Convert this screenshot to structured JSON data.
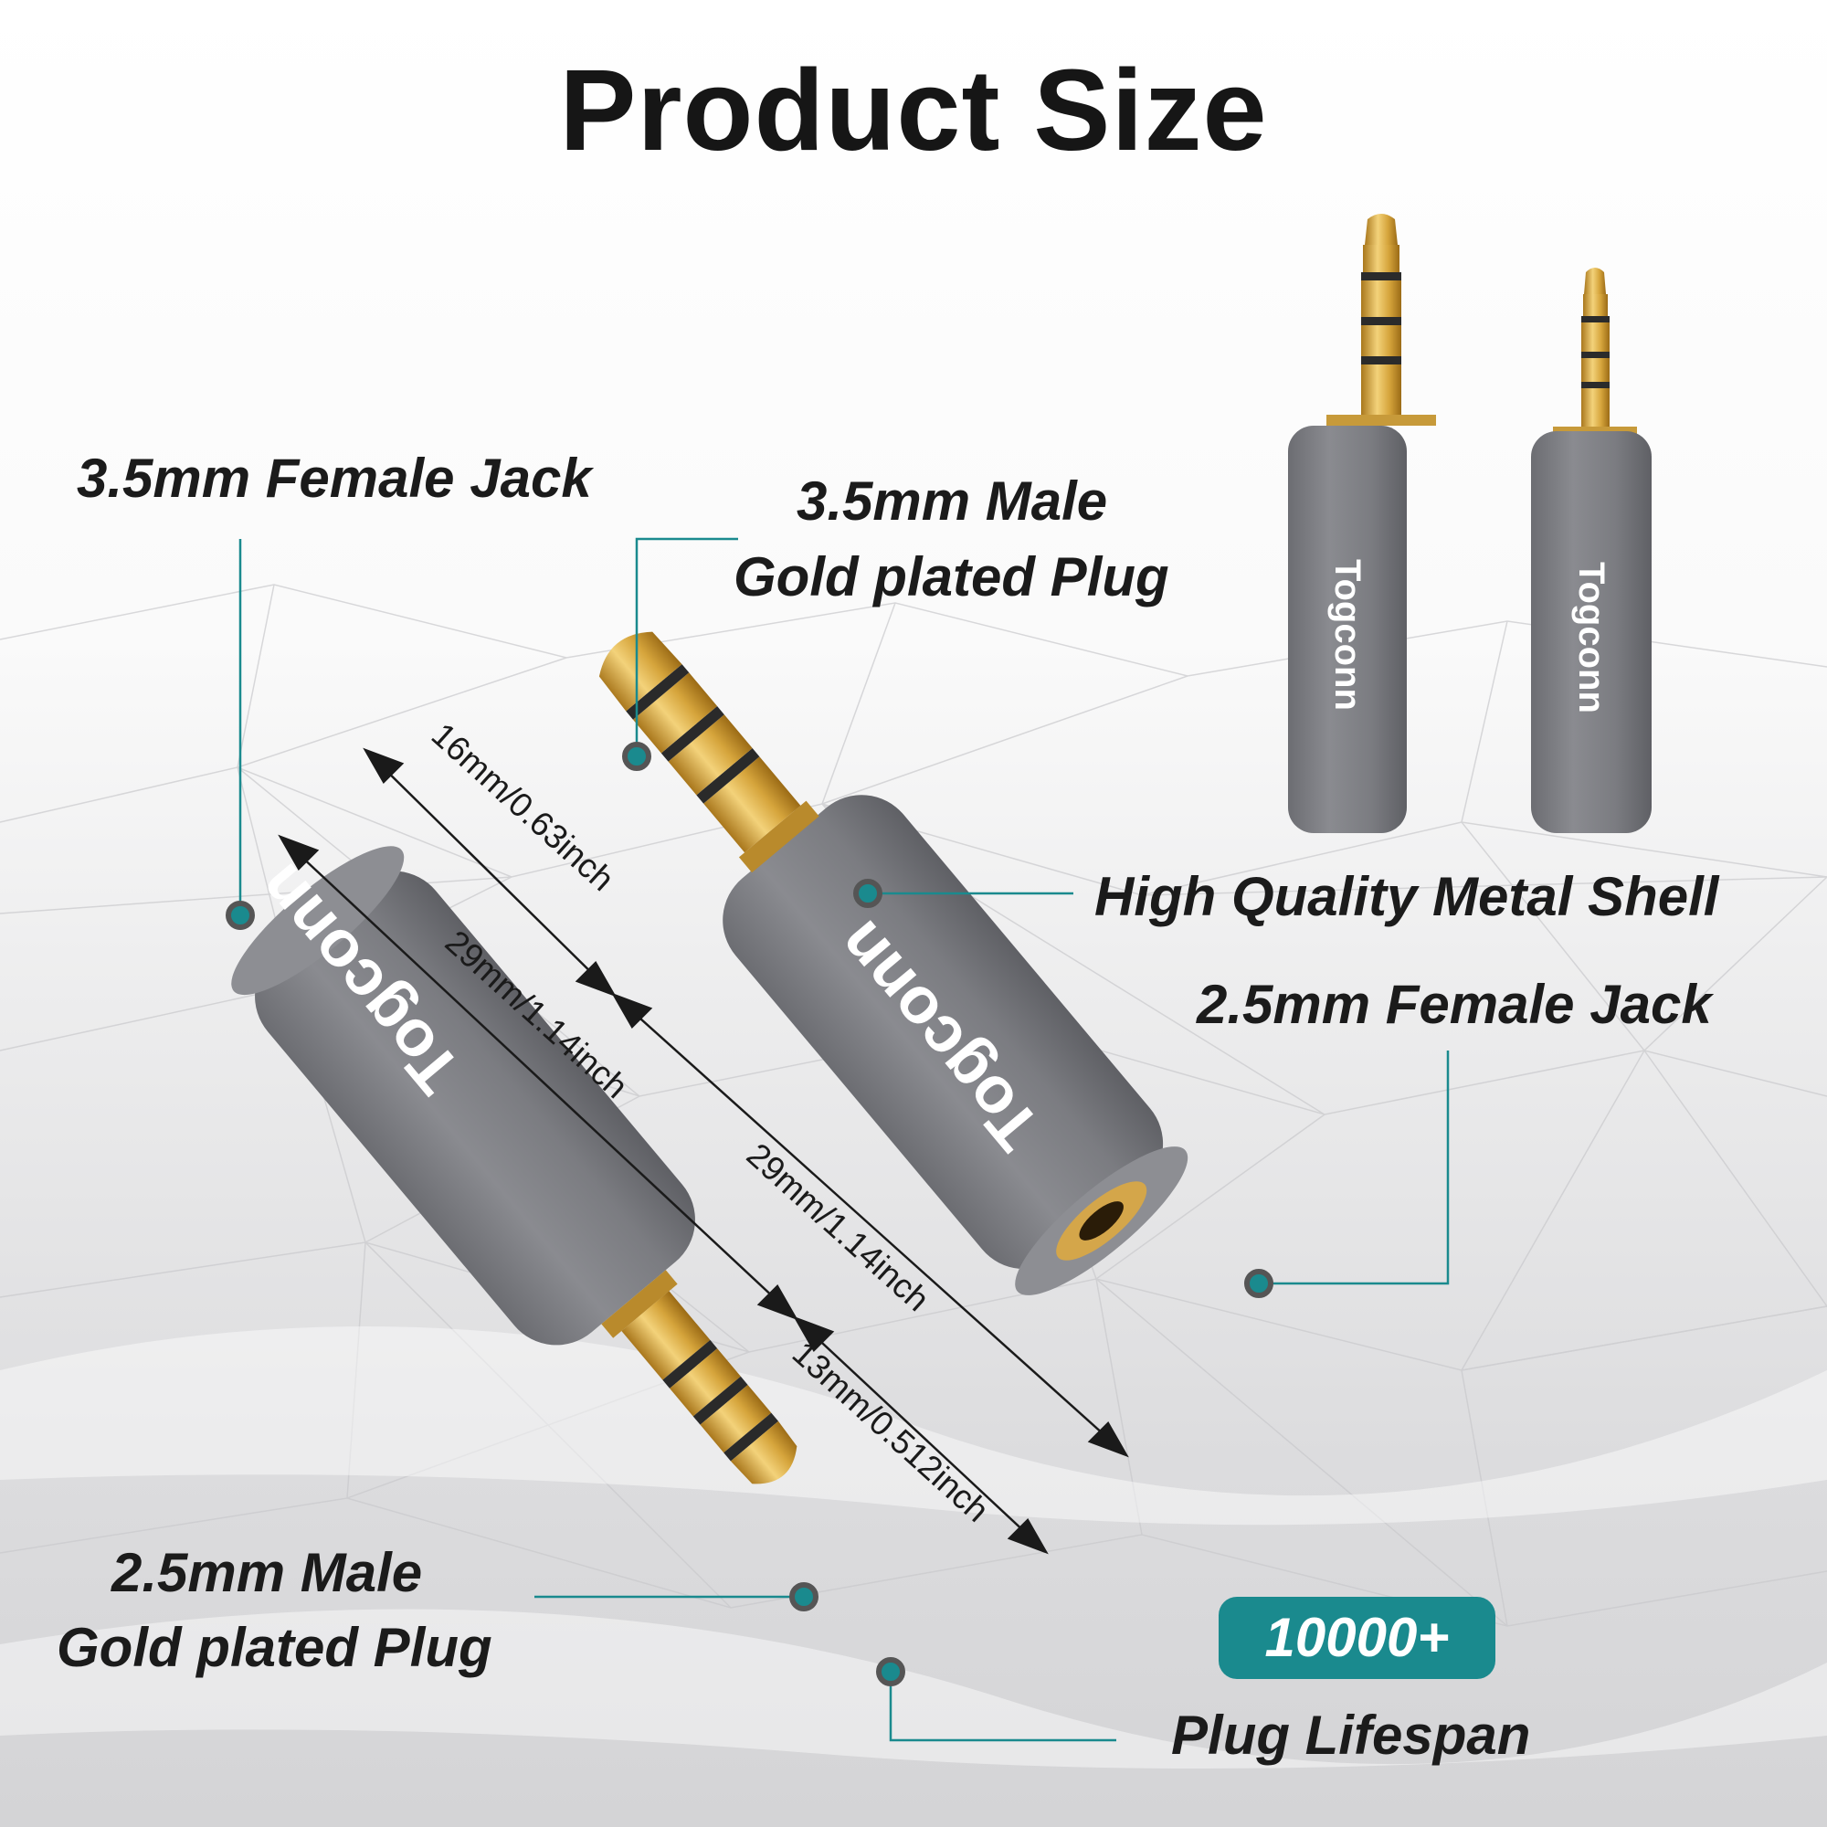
{
  "title": "Product Size",
  "labels": {
    "female_35": "3.5mm Female Jack",
    "male_35_line1": "3.5mm Male",
    "male_35_line2": "Gold plated Plug",
    "metal_shell": "High Quality Metal Shell",
    "female_25": "2.5mm Female Jack",
    "male_25_line1": "2.5mm Male",
    "male_25_line2": "Gold plated Plug",
    "lifespan_badge": "10000+",
    "lifespan_text": "Plug Lifespan"
  },
  "dimensions": {
    "plug_35": "16mm/0.63inch",
    "body_left": "29mm/1.14inch",
    "body_right": "29mm/1.14inch",
    "plug_25": "13mm/0.512inch"
  },
  "brand": "Togconn",
  "colors": {
    "accent": "#1a8a8e",
    "shell": "#7d7e83",
    "gold": "#d9a83a"
  }
}
